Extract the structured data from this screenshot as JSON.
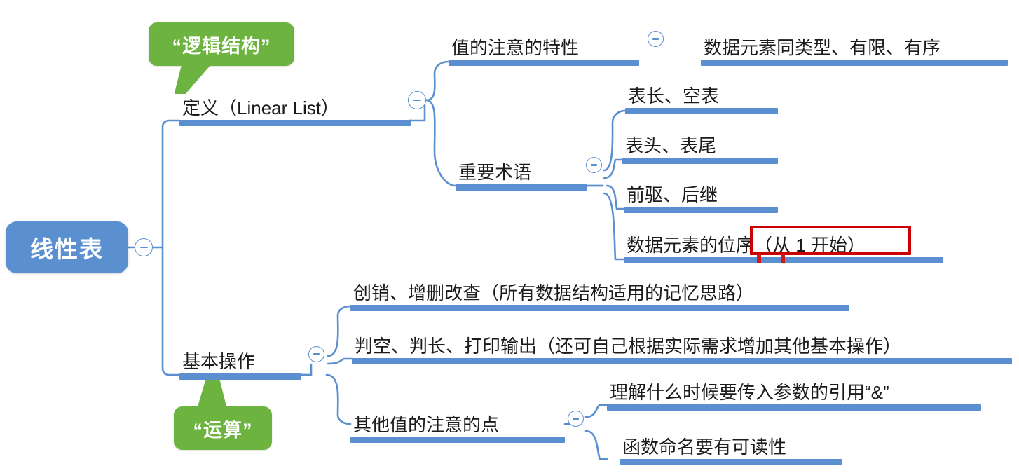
{
  "mindmap": {
    "root": {
      "label": "线性表",
      "color": "#5a8fd0"
    },
    "toggle_icon": "collapse-minus-icon",
    "branches": [
      {
        "id": "definition",
        "label": "定义（Linear List）",
        "children": [
          {
            "id": "value-traits",
            "label": "值的注意的特性",
            "children": [
              {
                "id": "traits-detail",
                "label": "数据元素同类型、有限、有序"
              }
            ]
          },
          {
            "id": "key-terms",
            "label": "重要术语",
            "children": [
              {
                "id": "term-length",
                "label": "表长、空表"
              },
              {
                "id": "term-headtail",
                "label": "表头、表尾"
              },
              {
                "id": "term-predsucc",
                "label": "前驱、后继"
              },
              {
                "id": "term-position",
                "label": "数据元素的位序（从 1 开始）"
              }
            ]
          }
        ]
      },
      {
        "id": "basic-operations",
        "label": "基本操作",
        "children": [
          {
            "id": "op-crud",
            "label": "创销、增删改查（所有数据结构适用的记忆思路）"
          },
          {
            "id": "op-misc",
            "label": "判空、判长、打印输出（还可自己根据实际需求增加其他基本操作）"
          },
          {
            "id": "other-notes",
            "label": "其他值的注意的点",
            "children": [
              {
                "id": "note-reference",
                "label": "理解什么时候要传入参数的引用“&”"
              },
              {
                "id": "note-naming",
                "label": "函数命名要有可读性"
              }
            ]
          }
        ]
      }
    ],
    "callouts": [
      {
        "id": "logical-structure",
        "label": "“逻辑结构”",
        "color": "#6cb33f"
      },
      {
        "id": "operations",
        "label": "“运算”",
        "color": "#6cb33f"
      }
    ],
    "annotation": {
      "id": "position-highlight",
      "color": "#cc0000",
      "highlighted_text": "位序（从 1 开始）"
    },
    "colors": {
      "node_blue": "#5a8fd0",
      "bar_blue": "#5b8fd0",
      "line_blue": "#5b8fd0",
      "callout_green": "#6cb33f",
      "annotation_red": "#cc0000",
      "text_dark": "#1b1b1b"
    }
  }
}
